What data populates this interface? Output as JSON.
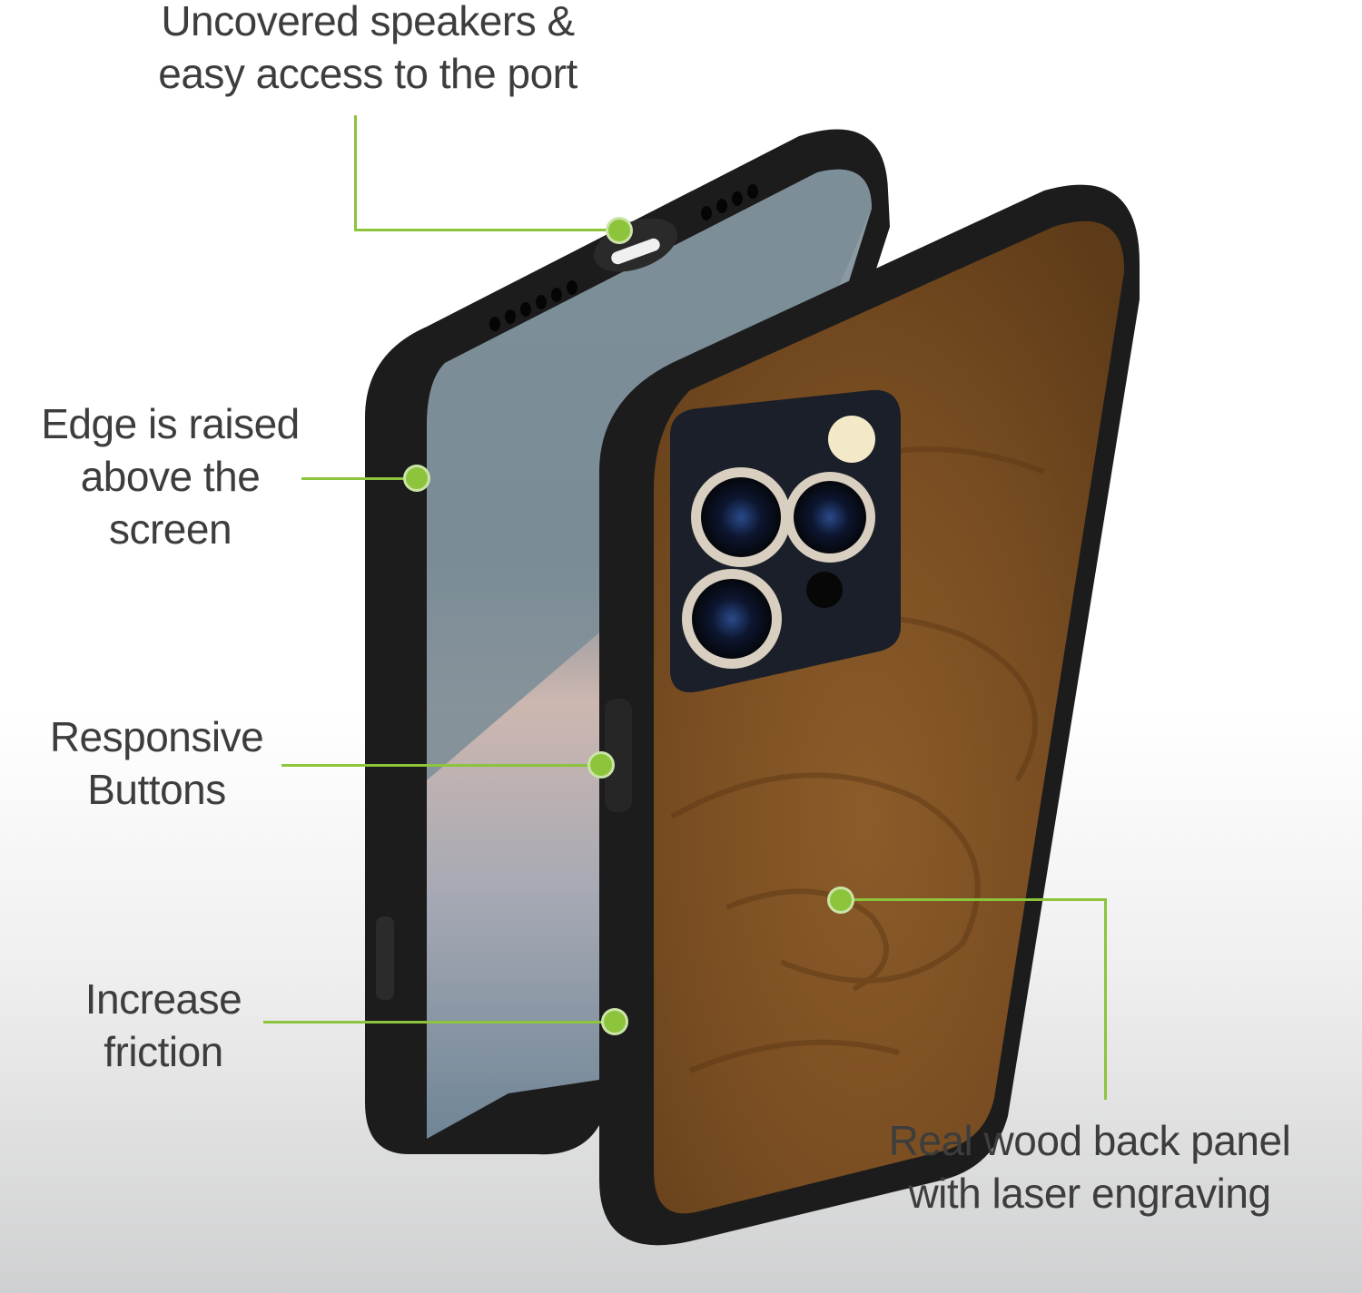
{
  "colors": {
    "accent": "#8cc43c",
    "text": "#3d3d3d",
    "case": "#1c1c1c",
    "wood": "#7a4e22"
  },
  "callouts": {
    "speakers": {
      "line1": "Uncovered speakers &",
      "line2": "easy access to the port"
    },
    "edge": {
      "line1": "Edge is raised",
      "line2": "above the",
      "line3": "screen"
    },
    "buttons": {
      "line1": "Responsive",
      "line2": "Buttons"
    },
    "friction": {
      "line1": "Increase",
      "line2": "friction"
    },
    "wood": {
      "line1": "Real wood back panel",
      "line2": "with laser engraving"
    }
  }
}
